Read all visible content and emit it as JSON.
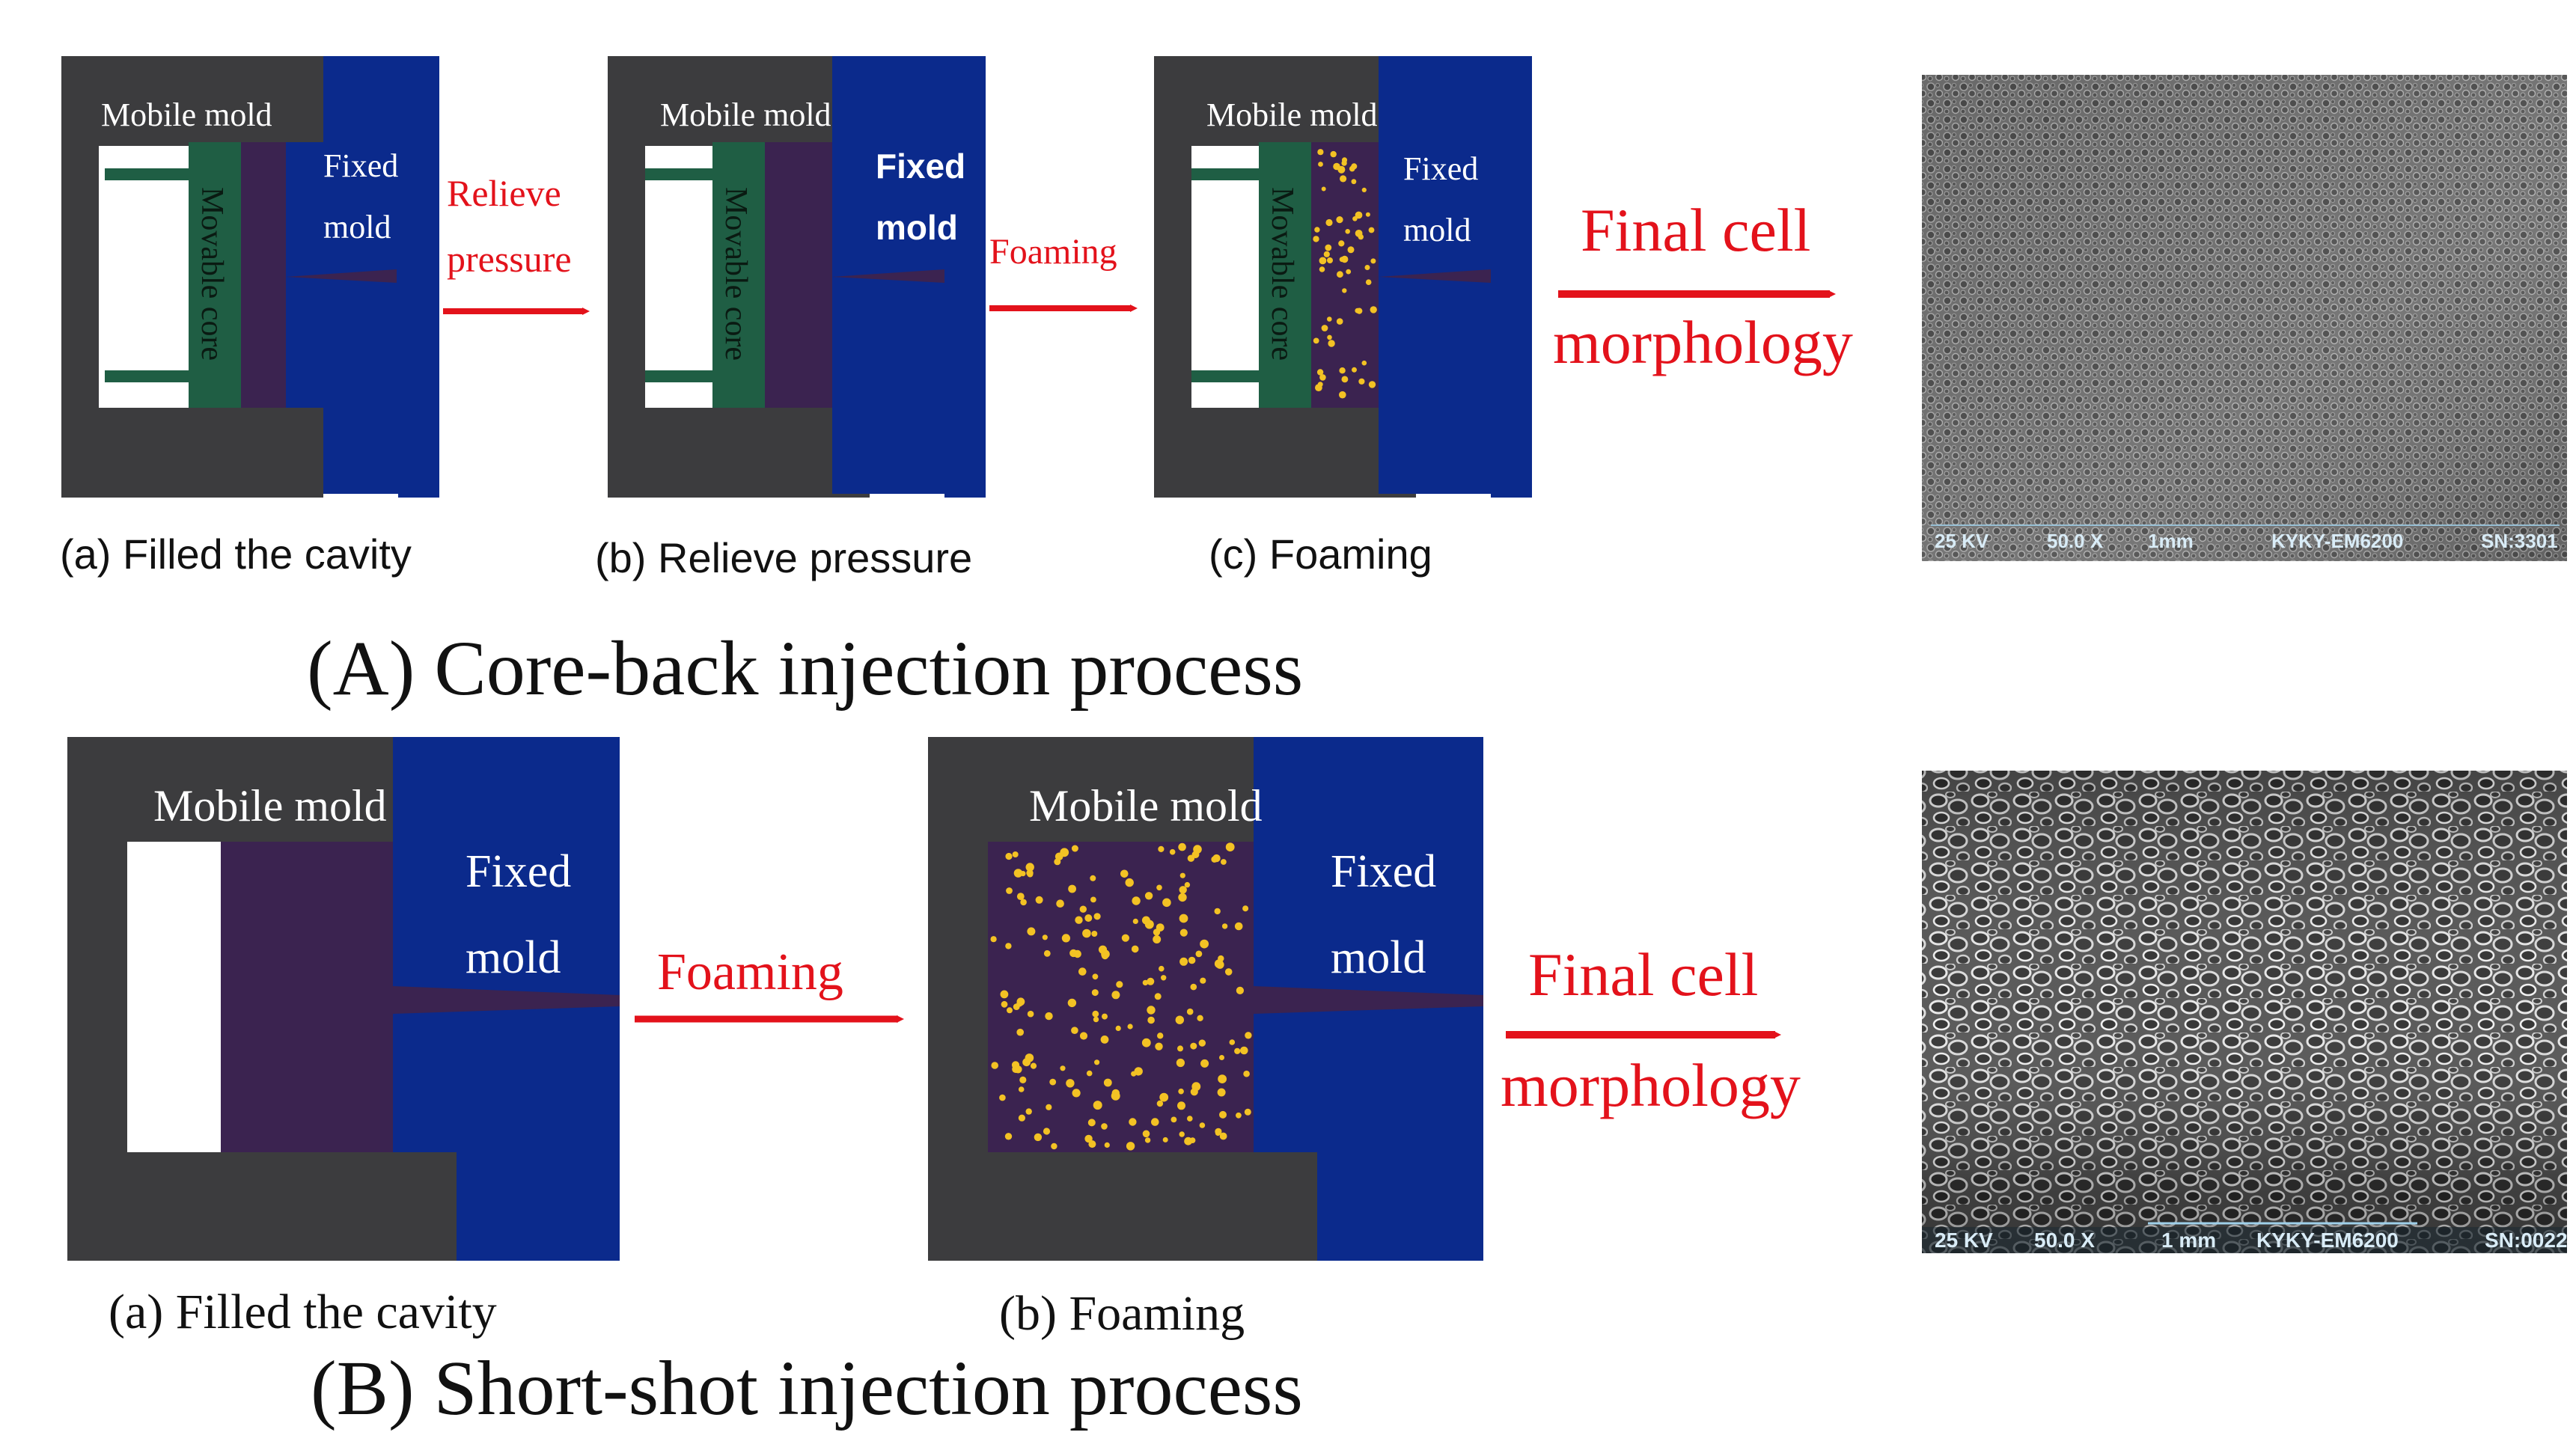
{
  "colors": {
    "mold_gray": "#3c3c3e",
    "fixed_blue": "#0b2a8c",
    "core_green": "#1f5e44",
    "melt_purple": "#3b2350",
    "bubble": "#f3c224",
    "arrow_red": "#e3121b"
  },
  "panel_A": {
    "title": "(A) Core-back injection process",
    "stages": [
      {
        "caption": "(a) Filled the cavity",
        "mobile_label": "Mobile mold",
        "fixed_label_1": "Fixed",
        "fixed_label_2": "mold",
        "core_label": "Movable core"
      },
      {
        "caption": "(b) Relieve pressure",
        "mobile_label": "Mobile mold",
        "fixed_label_1": "Fixed",
        "fixed_label_2": "mold",
        "core_label": "Movable core"
      },
      {
        "caption": "(c) Foaming",
        "mobile_label": "Mobile mold",
        "fixed_label_1": "Fixed",
        "fixed_label_2": "mold",
        "core_label": "Movable core"
      }
    ],
    "arrow1_line1": "Relieve",
    "arrow1_line2": "pressure",
    "arrow2_label": "Foaming",
    "result_line1": "Final cell",
    "result_line2": "morphology",
    "sem_bar": [
      "25 KV",
      "50.0 X",
      "1mm",
      "KYKY-EM6200",
      "SN:3301"
    ]
  },
  "panel_B": {
    "title": "(B) Short-shot injection process",
    "stages": [
      {
        "caption": "(a) Filled the cavity",
        "mobile_label": "Mobile mold",
        "fixed_label_1": "Fixed",
        "fixed_label_2": "mold"
      },
      {
        "caption": "(b) Foaming",
        "mobile_label": "Mobile mold",
        "fixed_label_1": "Fixed",
        "fixed_label_2": "mold"
      }
    ],
    "arrow1_label": "Foaming",
    "result_line1": "Final cell",
    "result_line2": "morphology",
    "sem_bar": [
      "25 KV",
      "50.0 X",
      "1 mm",
      "KYKY-EM6200",
      "SN:0022"
    ]
  }
}
